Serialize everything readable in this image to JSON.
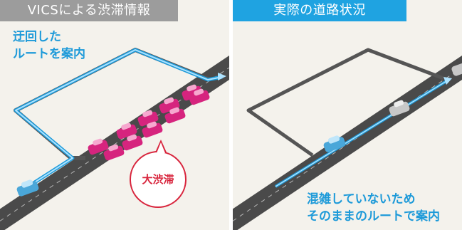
{
  "left_panel": {
    "header": "VICSによる渋滞情報",
    "note_lines": [
      "迂回した",
      "ルートを案内"
    ],
    "bubble_label": "大渋滞"
  },
  "right_panel": {
    "header": "実際の道路状況",
    "note_lines": [
      "混雑していないため",
      "そのままのルートで案内"
    ]
  },
  "colors": {
    "left_header_bg": "#9c9c9c",
    "right_header_bg": "#1fa3e1",
    "route_blue": "#7cc9f0",
    "jam_car": "#d6247e",
    "road": "#4a4a4a",
    "bubble_border": "#d8243c"
  }
}
